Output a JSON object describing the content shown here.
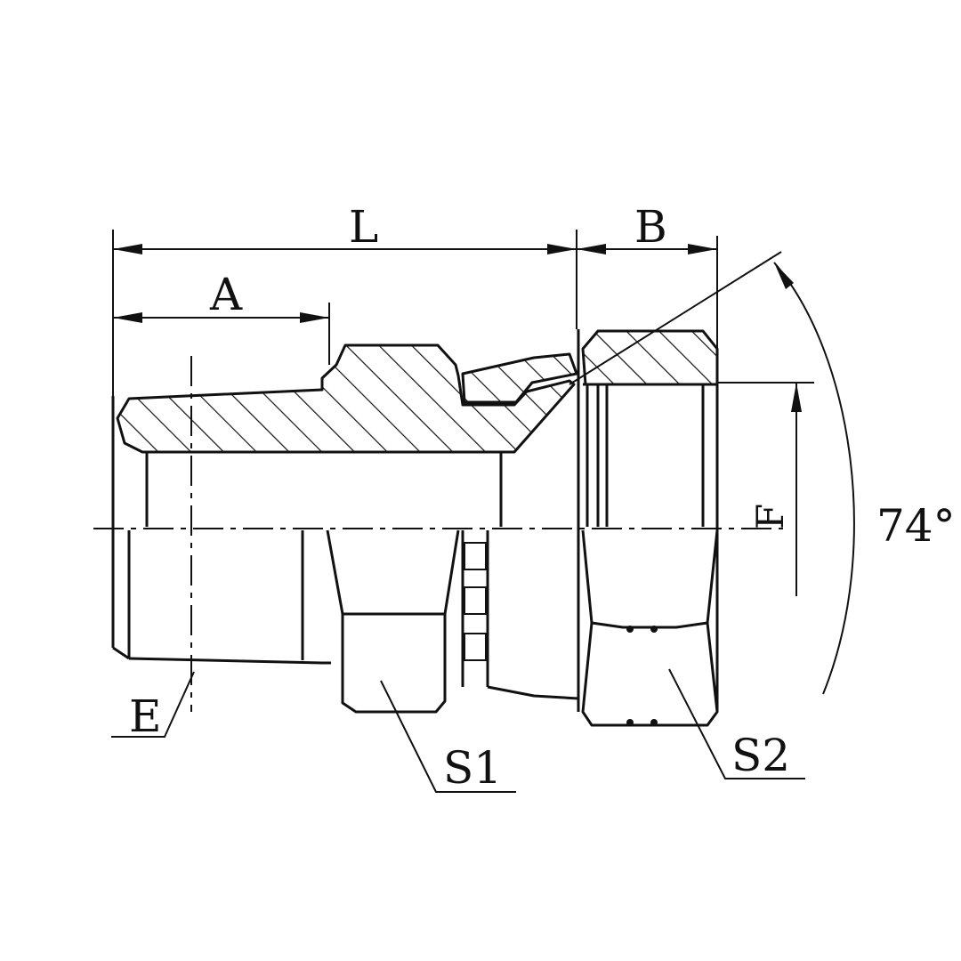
{
  "labels": {
    "L": "L",
    "A": "A",
    "B": "B",
    "E": "E",
    "F": "F",
    "S1": "S1",
    "S2": "S2",
    "angle": "74°"
  },
  "colors": {
    "ink": "#111111",
    "background": "#ffffff"
  }
}
